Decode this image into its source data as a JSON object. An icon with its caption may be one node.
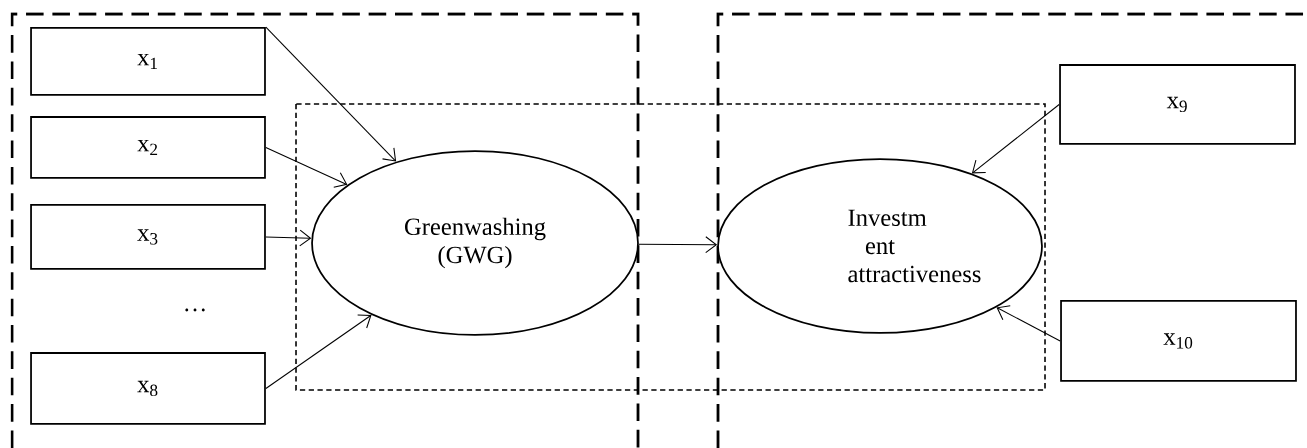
{
  "diagram": {
    "nodes": [
      {
        "text": [
          "x$_{1}$"
        ]
      },
      {
        "text": [
          "x$_{2}$"
        ]
      },
      {
        "text": [
          "x$_{3}$"
        ]
      },
      {
        "text": [
          "x$_{8}$"
        ]
      },
      {
        "text": [
          "Greenwashing (GWG)"
        ]
      },
      {
        "text": [
          "Investm ent attractiveness"
        ]
      },
      {
        "text": [
          "x$_{9}$"
        ]
      },
      {
        "text": [
          "x$_{10}$"
        ]
      }
    ],
    "edges": [
      {
        "from": 0,
        "to": 4,
        "arrow": "to"
      },
      {
        "from": 1,
        "to": 4,
        "arrow": "to"
      },
      {
        "from": 2,
        "to": 4,
        "arrow": "to"
      },
      {
        "from": 3,
        "to": 4,
        "arrow": "to"
      },
      {
        "from": 4,
        "to": 5,
        "arrow": "to"
      },
      {
        "from": 6,
        "to": 5,
        "arrow": "to"
      },
      {
        "from": 7,
        "to": 5,
        "arrow": "to"
      }
    ],
    "labels": [
      "…"
    ]
  }
}
